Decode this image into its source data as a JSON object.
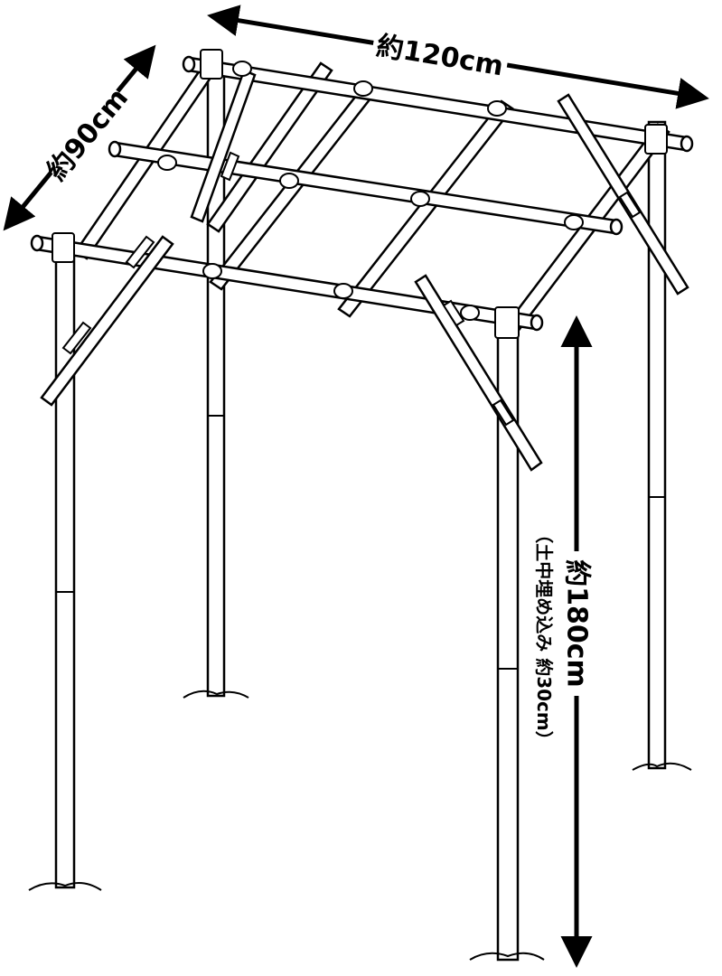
{
  "dimensions": {
    "width": "約120cm",
    "depth": "約90cm",
    "height": "約180cm",
    "buried_note": "（土中埋め込み 約30cm）"
  },
  "colors": {
    "line": "#000000",
    "fill": "#ffffff"
  }
}
